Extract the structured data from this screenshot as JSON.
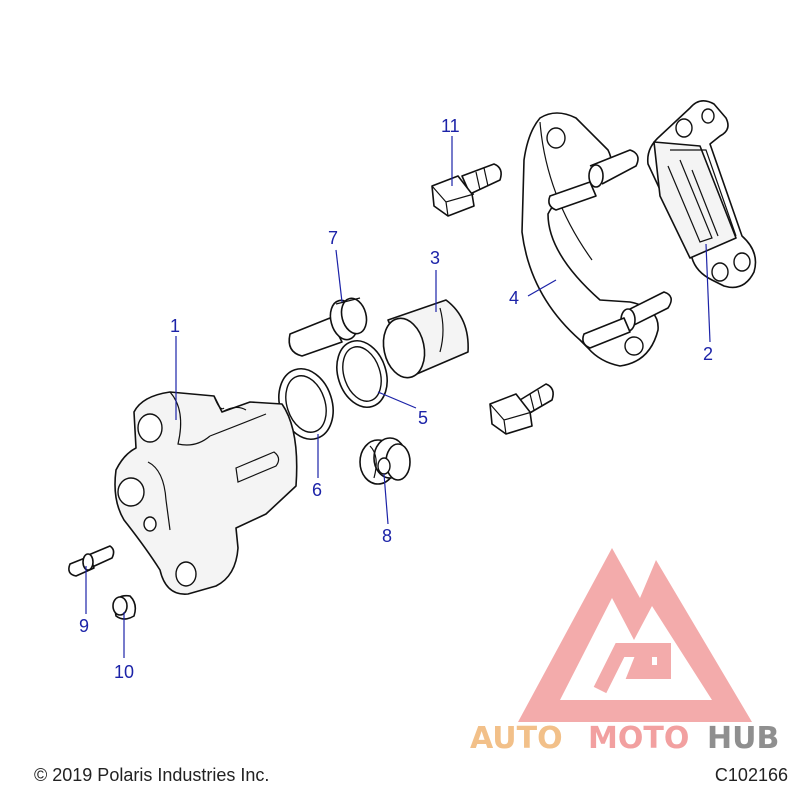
{
  "diagram": {
    "callouts": [
      {
        "id": "1",
        "label": "1"
      },
      {
        "id": "2",
        "label": "2"
      },
      {
        "id": "3",
        "label": "3"
      },
      {
        "id": "4",
        "label": "4"
      },
      {
        "id": "5",
        "label": "5"
      },
      {
        "id": "6",
        "label": "6"
      },
      {
        "id": "7",
        "label": "7"
      },
      {
        "id": "8",
        "label": "8"
      },
      {
        "id": "9",
        "label": "9"
      },
      {
        "id": "10",
        "label": "10"
      },
      {
        "id": "11",
        "label": "11"
      }
    ],
    "callout_color": "#1c23a8"
  },
  "footer": {
    "copyright": "© 2019 Polaris Industries Inc.",
    "code": "C102166"
  },
  "watermark": {
    "part1": "AUTO",
    "part2": "MOTO",
    "part3": "HUB",
    "colors": {
      "auto": "#f2c089",
      "moto": "#f2a0a0",
      "hub": "#8f8f8f",
      "logo": "#f08f8f"
    }
  }
}
